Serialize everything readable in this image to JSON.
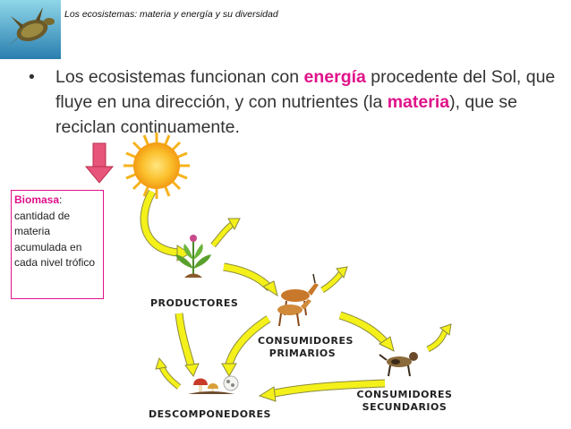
{
  "header": {
    "title": "Los ecosistemas: materia y energía y su diversidad"
  },
  "bullet": {
    "part1": "Los ecosistemas funcionan con ",
    "energia": "energía",
    "part2": " procedente del Sol, que fluye en una dirección, y con nutrientes (la ",
    "materia": "materia",
    "part3": "), que se reciclan continuamente."
  },
  "biomasa": {
    "term": "Biomasa",
    "definition": ": cantidad de materia acumulada en cada nivel trófico"
  },
  "labels": {
    "productores": "PRODUCTORES",
    "consumidores_primarios": "CONSUMIDORES PRIMARIOS",
    "consumidores_secundarios": "CONSUMIDORES SECUNDARIOS",
    "descomponedores": "DESCOMPONEDORES"
  },
  "colors": {
    "accent": "#e0128a",
    "arrow_fill": "#f4f01a",
    "arrow_stroke": "#8a8a3a",
    "sun": "#f7b21b",
    "down_arrow": "#e8557a"
  },
  "icons": [
    "turtle-icon",
    "sun-icon",
    "plant-icon",
    "gazelle-icon",
    "wild-dog-icon",
    "mushroom-icon"
  ]
}
